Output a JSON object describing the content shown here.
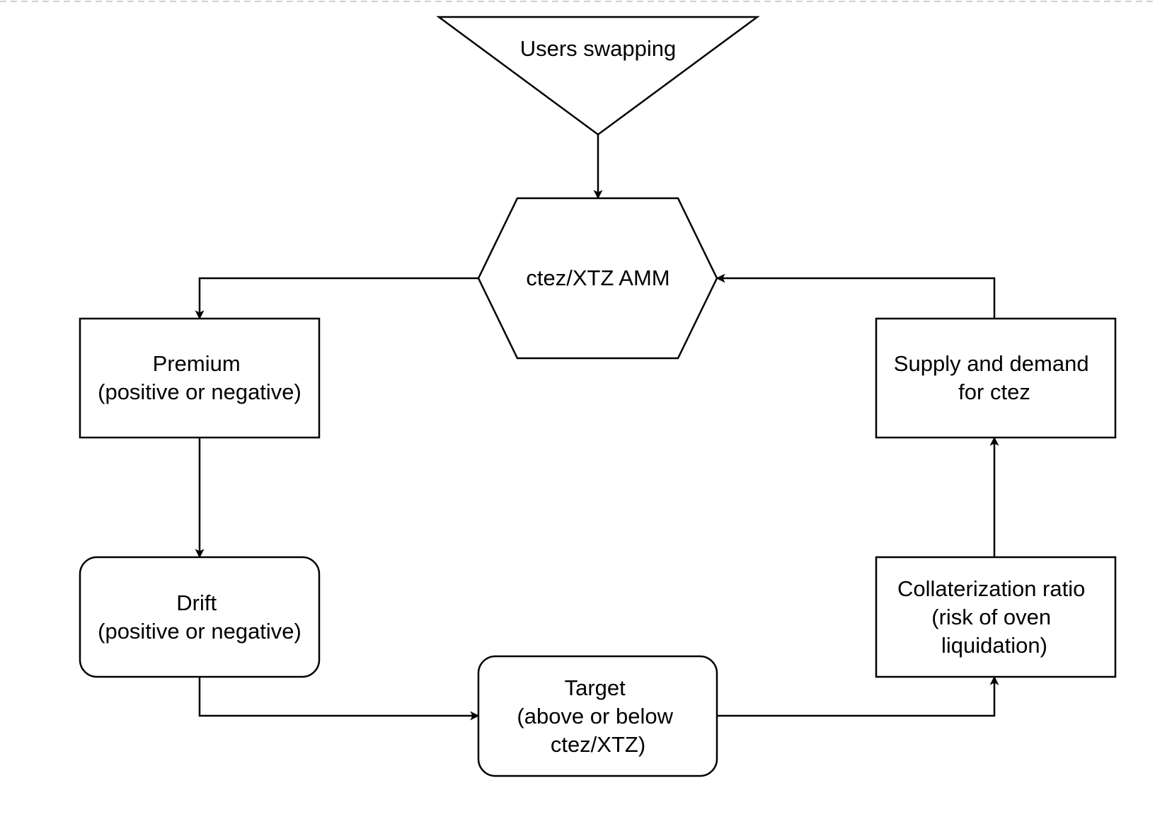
{
  "diagram": {
    "nodes": {
      "users_swapping": {
        "lines": [
          "Users swapping"
        ]
      },
      "amm": {
        "lines": [
          "ctez/XTZ AMM"
        ]
      },
      "premium": {
        "lines": [
          "Premium",
          "(positive or negative)"
        ]
      },
      "drift": {
        "lines": [
          "Drift",
          "(positive or negative)"
        ]
      },
      "target": {
        "lines": [
          "Target",
          "(above or below",
          "ctez/XTZ)"
        ]
      },
      "collateral": {
        "lines": [
          "Collaterization ratio",
          "(risk of oven",
          "liquidation)"
        ]
      },
      "supply_demand": {
        "lines": [
          "Supply and demand",
          "for ctez"
        ]
      }
    },
    "edges": [
      {
        "from": "users_swapping",
        "to": "amm"
      },
      {
        "from": "amm",
        "to": "premium"
      },
      {
        "from": "premium",
        "to": "drift"
      },
      {
        "from": "drift",
        "to": "target"
      },
      {
        "from": "target",
        "to": "collateral"
      },
      {
        "from": "collateral",
        "to": "supply_demand"
      },
      {
        "from": "supply_demand",
        "to": "amm"
      }
    ]
  }
}
